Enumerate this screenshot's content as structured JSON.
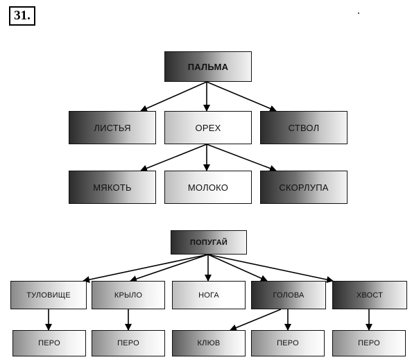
{
  "task_number": "31.",
  "tree1": {
    "root": "ПАЛЬМА",
    "level1": [
      "ЛИСТЬЯ",
      "ОРЕХ",
      "СТВОЛ"
    ],
    "level2": [
      "МЯКОТЬ",
      "МОЛОКО",
      "СКОРЛУПА"
    ]
  },
  "tree2": {
    "root": "ПОПУГАЙ",
    "level1": [
      "ТУЛОВИЩЕ",
      "КРЫЛО",
      "НОГА",
      "ГОЛОВА",
      "ХВОСТ"
    ],
    "level2": [
      "ПЕРО",
      "ПЕРО",
      "КЛЮВ",
      "ПЕРО",
      "ПЕРО"
    ]
  }
}
